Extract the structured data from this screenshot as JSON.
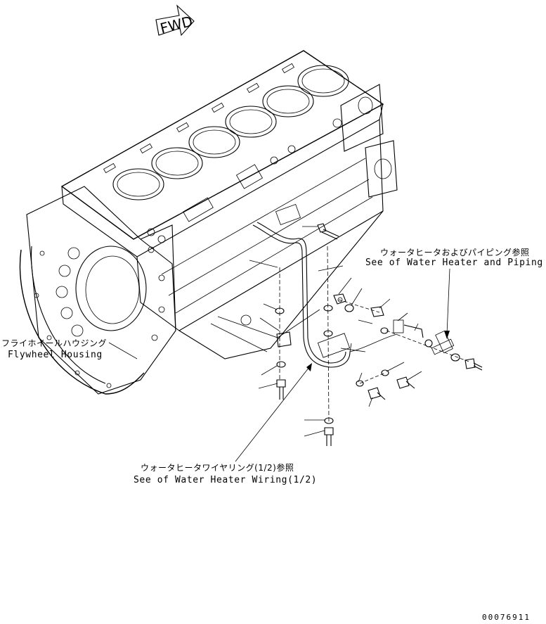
{
  "fwd_arrow": {
    "text": "FWD"
  },
  "callouts": {
    "flywheel": {
      "jp": "フライホイールハウジング",
      "en": "Flywheel Housing"
    },
    "water_heater_piping": {
      "jp": "ウォータヒータおよびパイピング参照",
      "en": "See of Water Heater and Piping"
    },
    "water_heater_wiring": {
      "jp": "ウォータヒータワイヤリング(1/2)参照",
      "en": "See of Water Heater Wiring(1/2)"
    }
  },
  "drawing_number": "00076911"
}
